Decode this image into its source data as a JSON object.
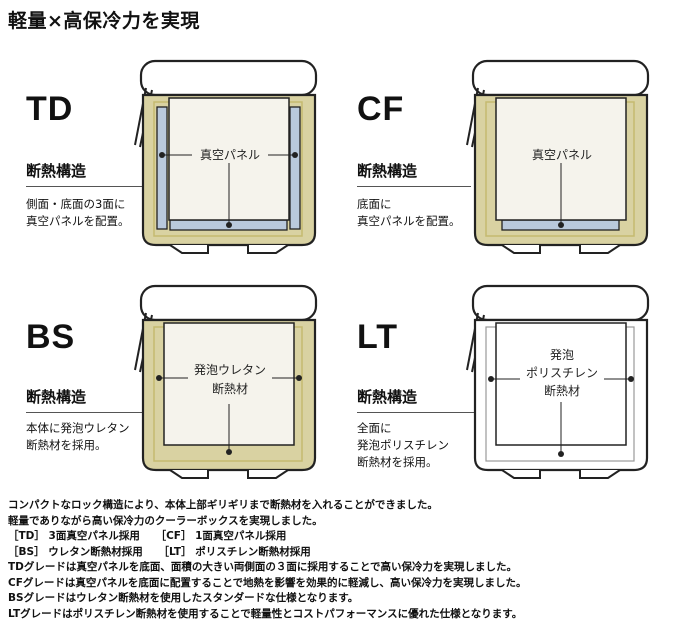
{
  "title": "軽量×高保冷力を実現",
  "colors": {
    "insulation": "#d9d2a2",
    "insulation_stroke": "#c5ba6f",
    "panel": "#b9c9dc",
    "inner": "#f5f3ec",
    "outline": "#222222"
  },
  "grades": [
    {
      "code": "TD",
      "heading": "断熱構造",
      "desc": [
        "側面・底面の3面に",
        "真空パネルを配置。"
      ],
      "diagram_label": [
        "真空パネル"
      ]
    },
    {
      "code": "CF",
      "heading": "断熱構造",
      "desc": [
        "底面に",
        "真空パネルを配置。"
      ],
      "diagram_label": [
        "真空パネル"
      ]
    },
    {
      "code": "BS",
      "heading": "断熱構造",
      "desc": [
        "本体に発泡ウレタン",
        "断熱材を採用。"
      ],
      "diagram_label": [
        "発泡ウレタン",
        "断熱材"
      ]
    },
    {
      "code": "LT",
      "heading": "断熱構造",
      "desc": [
        "全面に",
        "発泡ポリスチレン",
        "断熱材を採用。"
      ],
      "diagram_label": [
        "発泡",
        "ポリスチレン",
        "断熱材"
      ]
    }
  ],
  "notes": [
    "コンパクトなロック構造により、本体上部ギリギリまで断熱材を入れることができました。",
    "軽量でありながら高い保冷力のクーラーボックスを実現しました。",
    "［TD］ 3面真空パネル採用　　［CF］ 1面真空パネル採用",
    "［BS］ ウレタン断熱材採用　　［LT］ ポリスチレン断熱材採用",
    "TDグレードは真空パネルを底面、面積の大きい両側面の３面に採用することで高い保冷力を実現しました。",
    "CFグレードは真空パネルを底面に配置することで地熱を影響を効果的に軽減し、高い保冷力を実現しました。",
    "BSグレードはウレタン断熱材を使用したスタンダードな仕様となります。",
    "LTグレードはポリスチレン断熱材を使用することで軽量性とコストパフォーマンスに優れた仕様となります。"
  ]
}
